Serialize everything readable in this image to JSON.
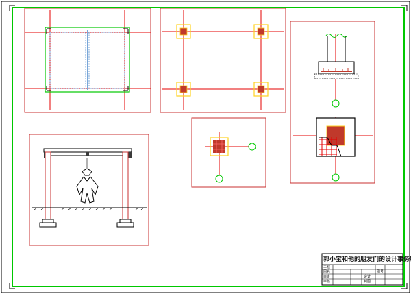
{
  "drawing": {
    "colors": {
      "paper": "#ffffff",
      "frame": "#00c800",
      "border": "#000000",
      "panel": "#c83232",
      "axis": "#e60000",
      "wall": "#00c800",
      "glass": "#7aa7d8",
      "column": "#c0392b",
      "footing": "#ffd21f",
      "node": "#00c800",
      "ink": "#1a1a1a"
    }
  },
  "title_block": {
    "firm_name": "郭小宝和他的朋友们的设计事务所",
    "fields": [
      {
        "label": "工程"
      },
      {
        "label": "图名"
      },
      {
        "label": "审定"
      },
      {
        "label": "审核"
      }
    ],
    "signature_labels": [
      "设计",
      "制图"
    ],
    "drawing_no_label": "图号"
  }
}
